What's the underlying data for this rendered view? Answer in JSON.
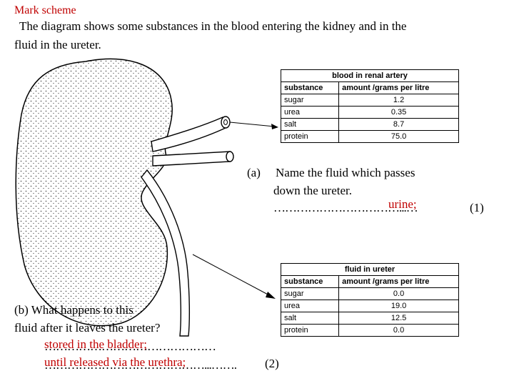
{
  "heading": "Mark scheme",
  "intro": {
    "line1": "The diagram shows some substances in the blood entering the kidney and in the",
    "line2": "fluid in the ureter."
  },
  "table_artery": {
    "caption": "blood in renal artery",
    "headers": [
      "substance",
      "amount /grams per litre"
    ],
    "rows": [
      [
        "sugar",
        "1.2"
      ],
      [
        "urea",
        "0.35"
      ],
      [
        "salt",
        "8.7"
      ],
      [
        "protein",
        "75.0"
      ]
    ]
  },
  "table_ureter": {
    "caption": "fluid in ureter",
    "headers": [
      "substance",
      "amount /grams per litre"
    ],
    "rows": [
      [
        "sugar",
        "0.0"
      ],
      [
        "urea",
        "19.0"
      ],
      [
        "salt",
        "12.5"
      ],
      [
        "protein",
        "0.0"
      ]
    ]
  },
  "question_a": {
    "label": "(a)",
    "line1": "Name the fluid which passes",
    "line2": "down the ureter.",
    "dots": "……………………………...…",
    "answer": "urine;",
    "marks": "(1)"
  },
  "question_b": {
    "line1": "(b) What happens to this",
    "line2": "fluid after it leaves the ureter?",
    "dots1": "………………………………………",
    "answer1": "stored in the bladder;",
    "dots2": "……………………………………...…….",
    "answer2": "until released via the urethra;",
    "marks": "(2)"
  },
  "colors": {
    "answer": "#c00000",
    "text": "#000000"
  }
}
